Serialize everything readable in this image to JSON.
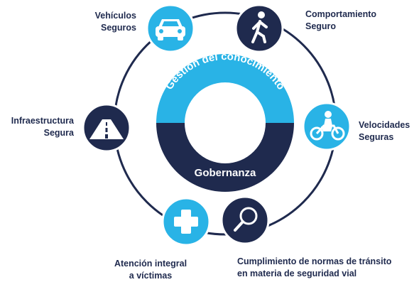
{
  "colors": {
    "navy": "#1f2a4e",
    "light_blue": "#29b3e6",
    "white": "#ffffff"
  },
  "center": {
    "top_text": "Gestión del conocimiento",
    "bottom_text": "Gobernanza"
  },
  "nodes": [
    {
      "id": "vehiculos",
      "icon": "car-icon",
      "lines": [
        "Vehículos",
        "Seguros"
      ]
    },
    {
      "id": "comportamiento",
      "icon": "walking-person-icon",
      "lines": [
        "Comportamiento",
        "Seguro"
      ]
    },
    {
      "id": "velocidades",
      "icon": "motorcycle-icon",
      "lines": [
        "Velocidades",
        "Seguras"
      ]
    },
    {
      "id": "cumplimiento",
      "icon": "magnifier-icon",
      "lines": [
        "Cumplimiento de normas de tránsito",
        "en materia de seguridad vial"
      ]
    },
    {
      "id": "atencion",
      "icon": "medical-cross-icon",
      "lines": [
        "Atención integral",
        "a víctimas"
      ]
    },
    {
      "id": "infraestructura",
      "icon": "road-icon",
      "lines": [
        "Infraestructura",
        "Segura"
      ]
    }
  ]
}
